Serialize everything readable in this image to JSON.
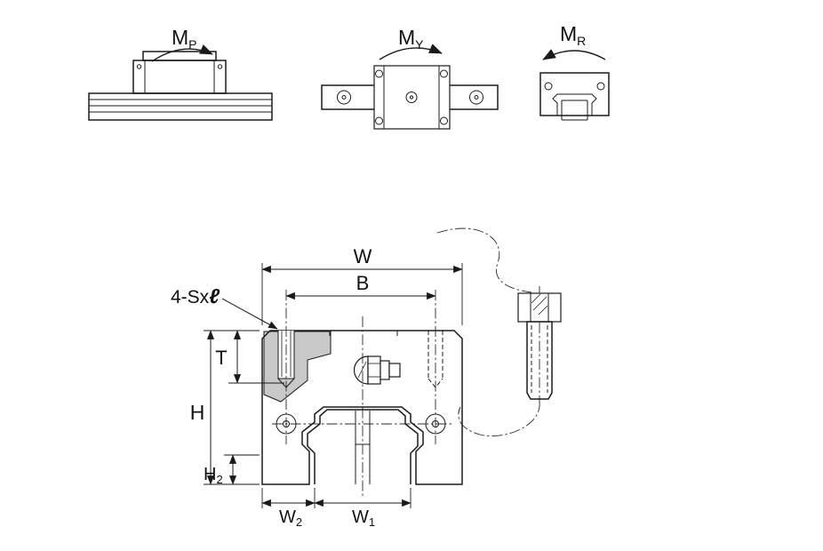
{
  "moment_views": {
    "pitch": {
      "symbol": "M",
      "sub": "P"
    },
    "yaw": {
      "symbol": "M",
      "sub": "Y"
    },
    "roll": {
      "symbol": "M",
      "sub": "R"
    }
  },
  "dimension_labels": {
    "width_total": "W",
    "bolt_spacing": "B",
    "screw_callout": {
      "prefix": "4-Sx",
      "length_symbol": "ℓ"
    },
    "thread_depth": "T",
    "height_total": "H",
    "height_h2": {
      "symbol": "H",
      "sub": "2"
    },
    "edge_to_rail_w2": {
      "symbol": "W",
      "sub": "2"
    },
    "rail_width_w1": {
      "symbol": "W",
      "sub": "1"
    }
  },
  "colors": {
    "line": "#1a1a1a",
    "section_fill": "#c9c9c9",
    "background": "#ffffff"
  }
}
